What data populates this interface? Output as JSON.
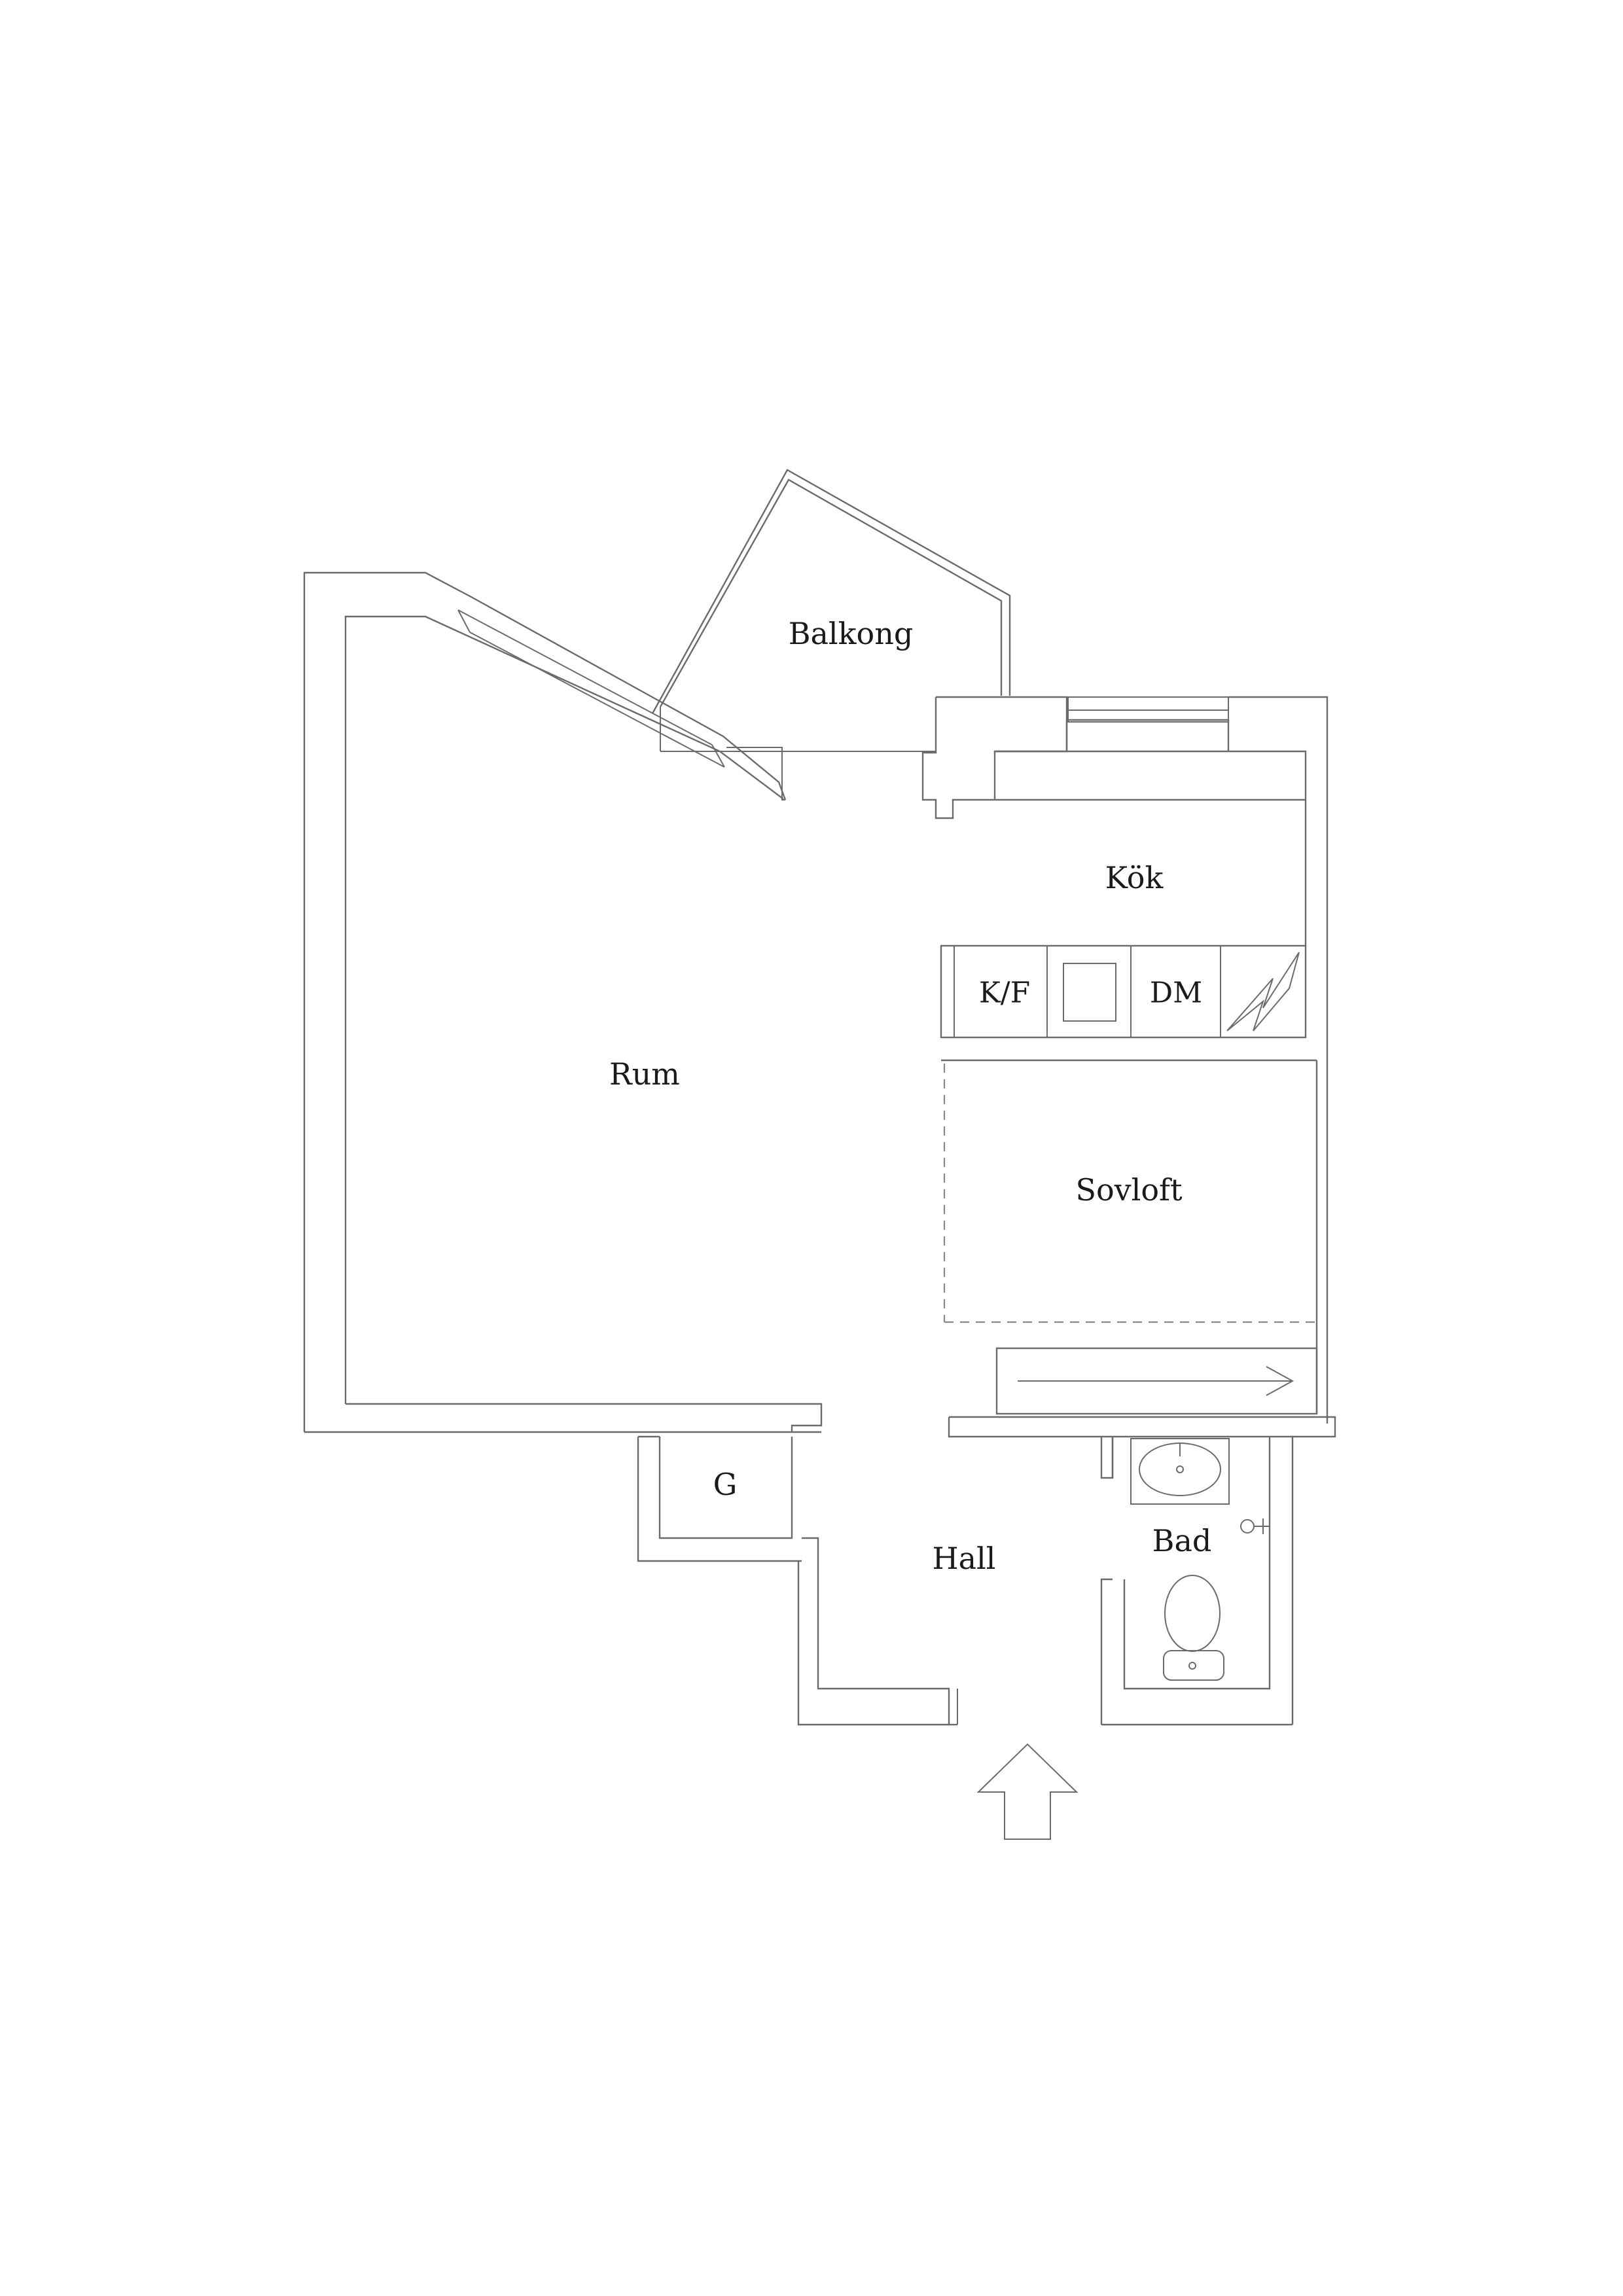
{
  "rooms": {
    "balkong": "Balkong",
    "kok": "Kök",
    "rum": "Rum",
    "sovloft": "Sovloft",
    "g": "G",
    "hall": "Hall",
    "bad": "Bad"
  },
  "appliances": {
    "kf": "K/F",
    "dm": "DM"
  },
  "icons": {
    "entrance": "entrance-arrow-icon",
    "stairs": "stairs-arrow-icon",
    "stove": "stove-icon",
    "electrical": "electrical-panel-icon",
    "sink": "sink-icon",
    "toilet": "toilet-icon",
    "shower": "shower-icon"
  },
  "colors": {
    "line": "#6b6b6b",
    "text": "#1a1a1a"
  }
}
